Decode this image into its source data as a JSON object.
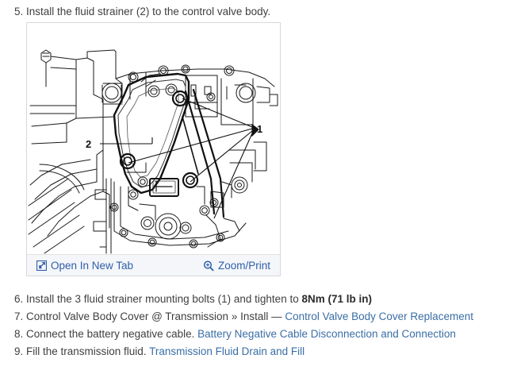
{
  "intro_step": {
    "text": "5. Install the fluid strainer (2) to the control valve body."
  },
  "figure": {
    "alt": "Transmission control valve body with fluid strainer installed",
    "callouts": [
      {
        "label": "1"
      },
      {
        "label": "2"
      }
    ],
    "toolbar": {
      "open_in_new_tab": {
        "label": "Open In New Tab",
        "icon": "open-in-new-tab-icon"
      },
      "zoom_print": {
        "label": "Zoom/Print",
        "icon": "magnifier-plus-icon"
      }
    },
    "colors": {
      "link": "#2f5fa8",
      "footer_background": "#f4f6f9",
      "border": "#d8d8d8"
    }
  },
  "steps": [
    {
      "number": "6.",
      "parts": [
        {
          "type": "text",
          "value": " Install the 3 fluid strainer mounting bolts (1) and tighten to "
        },
        {
          "type": "bold",
          "value": "8Nm (71 lb in)"
        }
      ]
    },
    {
      "number": "7.",
      "parts": [
        {
          "type": "text",
          "value": " Control Valve Body Cover @ Transmission » Install — "
        },
        {
          "type": "link",
          "value": "Control Valve Body Cover Replacement"
        }
      ]
    },
    {
      "number": "8.",
      "parts": [
        {
          "type": "text",
          "value": " Connect the battery negative cable. "
        },
        {
          "type": "link",
          "value": "Battery Negative Cable Disconnection and Connection"
        }
      ]
    },
    {
      "number": "9.",
      "parts": [
        {
          "type": "text",
          "value": " Fill the transmission fluid. "
        },
        {
          "type": "link",
          "value": "Transmission Fluid Drain and Fill"
        }
      ]
    }
  ],
  "theme": {
    "text_color": "#3f3f3f",
    "link_color": "#3a6ea5"
  }
}
